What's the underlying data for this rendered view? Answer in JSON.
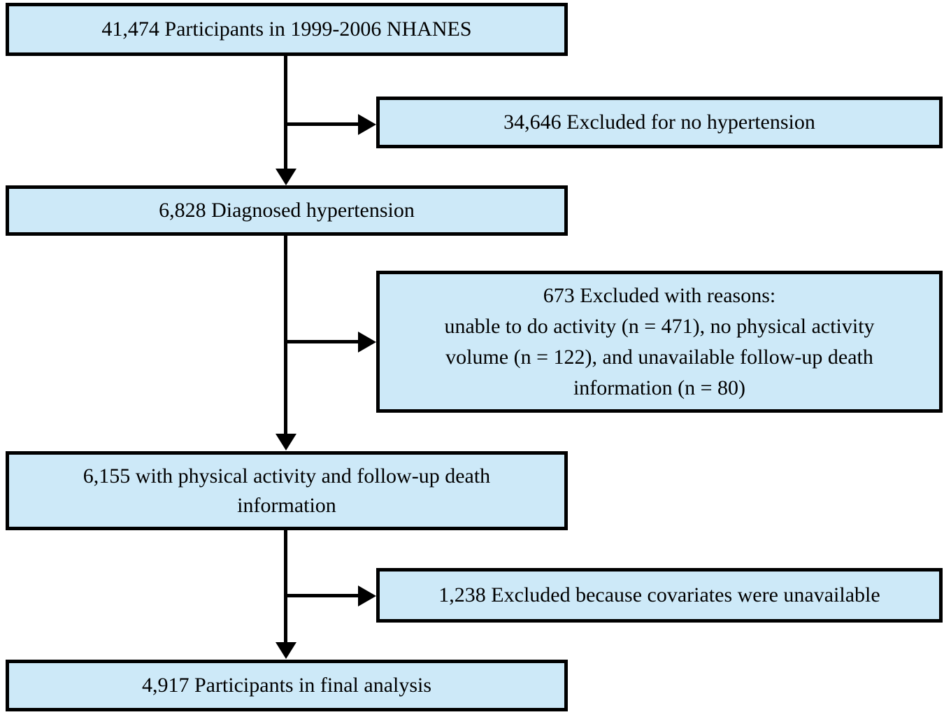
{
  "diagram": {
    "type": "participant-flowchart",
    "colors": {
      "box_fill": "#cde9f8",
      "box_border": "#000000",
      "connector": "#000000",
      "text": "#000000"
    },
    "main_boxes": [
      {
        "id": "nhanes",
        "count": "41,474",
        "lines": [
          "41,474 Participants in 1999-2006 NHANES"
        ]
      },
      {
        "id": "diagnosed",
        "count": "6,828",
        "lines": [
          "6,828 Diagnosed hypertension"
        ]
      },
      {
        "id": "with-pa",
        "count": "6,155",
        "lines": [
          "6,155 with physical activity and follow-up death",
          "information"
        ]
      },
      {
        "id": "final",
        "count": "4,917",
        "lines": [
          "4,917 Participants in final analysis"
        ]
      }
    ],
    "exclusion_boxes": [
      {
        "id": "no-hypertension",
        "count": "34,646",
        "lines": [
          "34,646 Excluded for no hypertension"
        ]
      },
      {
        "id": "with-reasons",
        "count": "673",
        "lines": [
          "673 Excluded with reasons:",
          "unable to do activity (n = 471), no physical activity",
          "volume (n = 122), and unavailable follow-up death",
          "information (n = 80)"
        ]
      },
      {
        "id": "covariates",
        "count": "1,238",
        "lines": [
          "1,238 Excluded because covariates were unavailable"
        ]
      }
    ]
  }
}
